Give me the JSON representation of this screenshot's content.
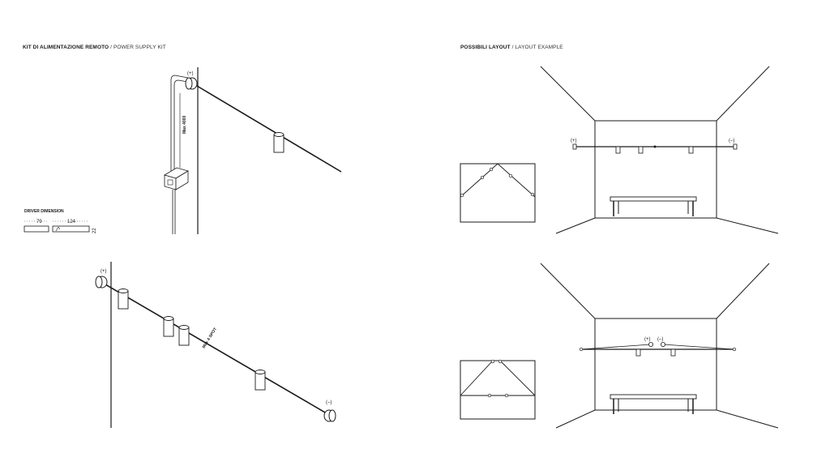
{
  "left_heading": {
    "bold": "KIT DI ALIMENTAZIONE REMOTO",
    "sep": " / ",
    "thin": "POWER SUPPLY KIT"
  },
  "right_heading": {
    "bold": "POSSIBILI LAYOUT",
    "sep": " / ",
    "thin": "LAYOUT EXAMPLE"
  },
  "kit": {
    "plus_label": "(+)",
    "max_length_label": "Max 4000",
    "driver_title": "DRIVER DIMENSION",
    "dim_a": "79",
    "dim_b": "124",
    "dim_c": "22"
  },
  "spot": {
    "plus_label": "(+)",
    "minus_label": "(–)",
    "max_spot_label": "Max 4 SPOT"
  },
  "layout1": {
    "plus_label": "(+)",
    "minus_label": "(–)"
  },
  "layout2": {
    "plus_label": "(+)",
    "minus_label": "(–)"
  }
}
